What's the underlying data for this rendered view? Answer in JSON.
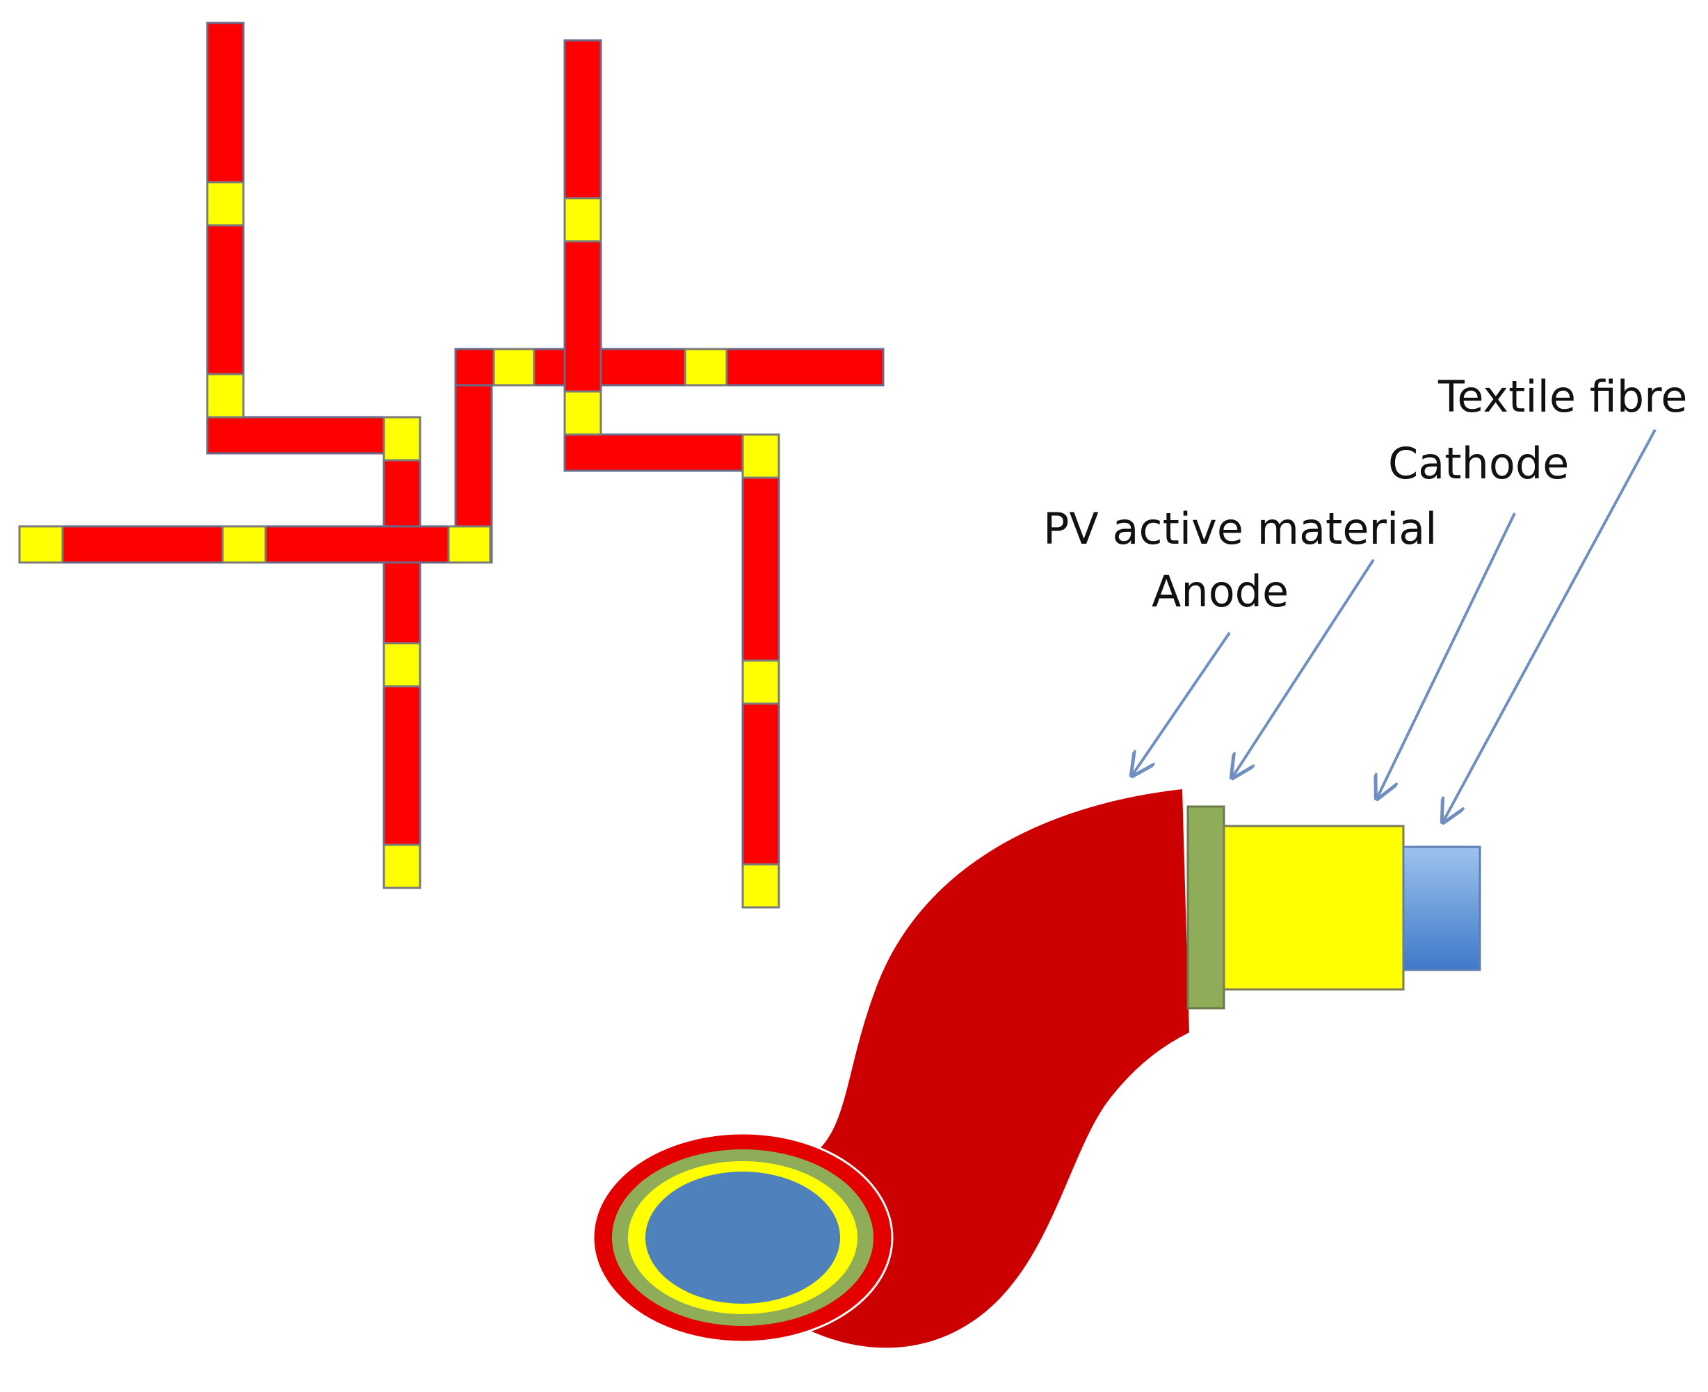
{
  "labels": {
    "textile_fibre": "Textile fibre",
    "cathode": "Cathode",
    "pv_active_material": "PV active material",
    "anode": "Anode"
  },
  "colors": {
    "fibre_red": "#ff0000",
    "connector_yellow": "#ffff00",
    "anode_red": "#cc0000",
    "pv_green": "#8fad58",
    "cathode_yellow": "#ffff00",
    "fibre_blue": "#4f81bd",
    "fibre_light_blue": "#9dc3ee",
    "arrow_blue": "#6f8fc2",
    "outline": "#7a7a9a"
  }
}
